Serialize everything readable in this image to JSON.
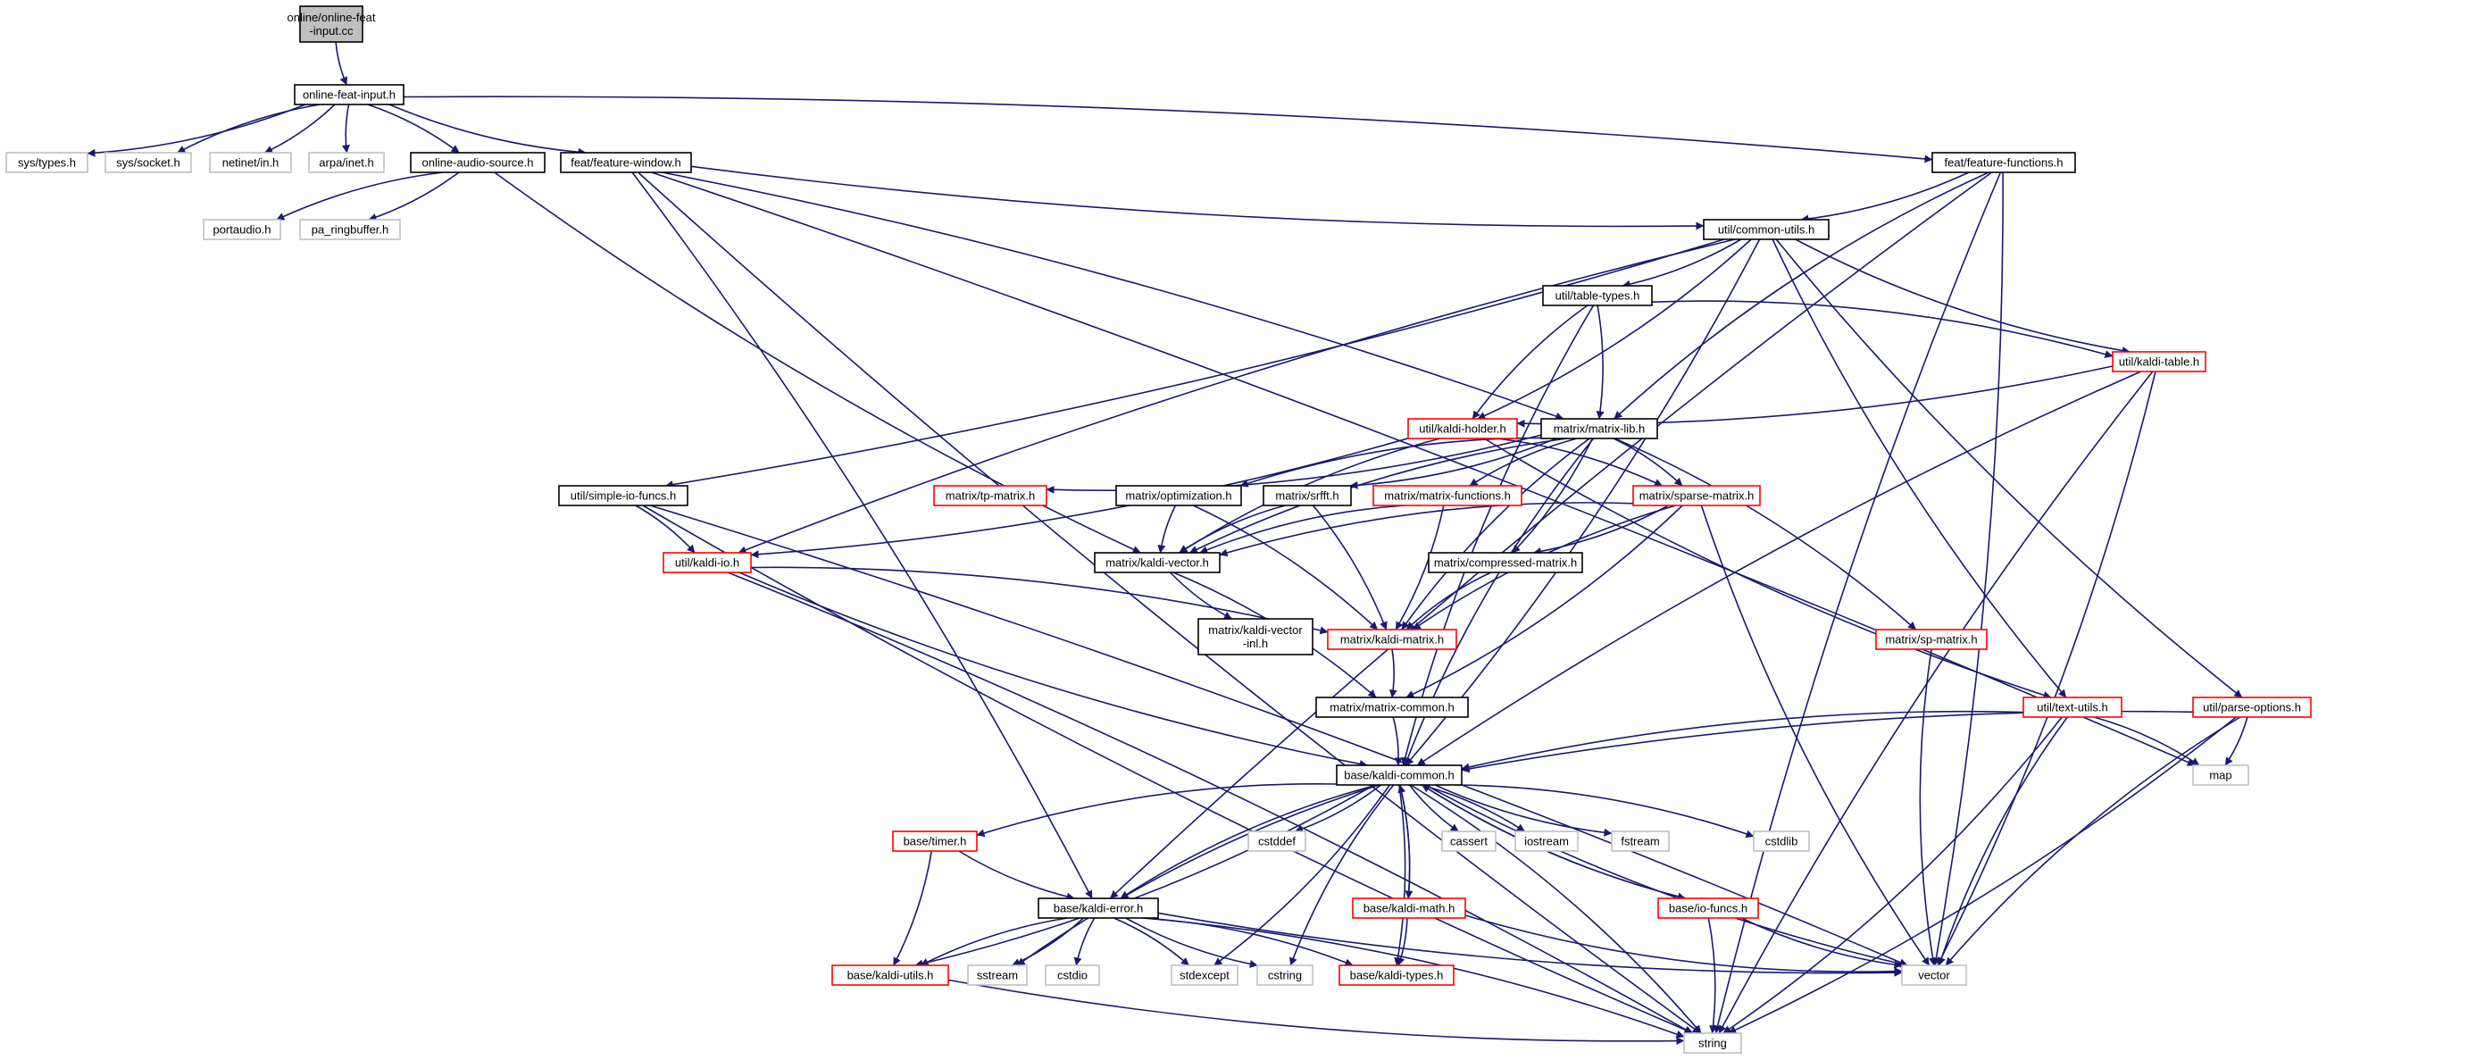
{
  "colors": {
    "edge": "#191970",
    "root_fill": "#bfbfbf",
    "node_fill": "#ffffff",
    "border_black": "#000000",
    "border_red": "#ff0000",
    "border_gray": "#bfbfbf"
  },
  "nodes": [
    {
      "id": "online-feat-input-cc",
      "lines": [
        "online/online-feat",
        "-input.cc"
      ],
      "style": "root"
    },
    {
      "id": "online-feat-input-h",
      "lines": [
        "online-feat-input.h"
      ],
      "style": "black"
    },
    {
      "id": "sys-types-h",
      "lines": [
        "sys/types.h"
      ],
      "style": "gray"
    },
    {
      "id": "sys-socket-h",
      "lines": [
        "sys/socket.h"
      ],
      "style": "gray"
    },
    {
      "id": "netinet-in-h",
      "lines": [
        "netinet/in.h"
      ],
      "style": "gray"
    },
    {
      "id": "arpa-inet-h",
      "lines": [
        "arpa/inet.h"
      ],
      "style": "gray"
    },
    {
      "id": "online-audio-source-h",
      "lines": [
        "online-audio-source.h"
      ],
      "style": "black"
    },
    {
      "id": "feat-feature-window-h",
      "lines": [
        "feat/feature-window.h"
      ],
      "style": "black"
    },
    {
      "id": "feat-feature-functions-h",
      "lines": [
        "feat/feature-functions.h"
      ],
      "style": "black"
    },
    {
      "id": "portaudio-h",
      "lines": [
        "portaudio.h"
      ],
      "style": "gray"
    },
    {
      "id": "pa-ringbuffer-h",
      "lines": [
        "pa_ringbuffer.h"
      ],
      "style": "gray"
    },
    {
      "id": "util-common-utils-h",
      "lines": [
        "util/common-utils.h"
      ],
      "style": "black"
    },
    {
      "id": "util-table-types-h",
      "lines": [
        "util/table-types.h"
      ],
      "style": "black"
    },
    {
      "id": "util-kaldi-table-h",
      "lines": [
        "util/kaldi-table.h"
      ],
      "style": "red"
    },
    {
      "id": "util-kaldi-holder-h",
      "lines": [
        "util/kaldi-holder.h"
      ],
      "style": "red"
    },
    {
      "id": "matrix-matrix-lib-h",
      "lines": [
        "matrix/matrix-lib.h"
      ],
      "style": "black"
    },
    {
      "id": "util-simple-io-funcs-h",
      "lines": [
        "util/simple-io-funcs.h"
      ],
      "style": "black"
    },
    {
      "id": "matrix-tp-matrix-h",
      "lines": [
        "matrix/tp-matrix.h"
      ],
      "style": "red"
    },
    {
      "id": "matrix-optimization-h",
      "lines": [
        "matrix/optimization.h"
      ],
      "style": "black"
    },
    {
      "id": "matrix-srfft-h",
      "lines": [
        "matrix/srfft.h"
      ],
      "style": "black"
    },
    {
      "id": "matrix-matrix-functions-h",
      "lines": [
        "matrix/matrix-functions.h"
      ],
      "style": "red"
    },
    {
      "id": "matrix-sparse-matrix-h",
      "lines": [
        "matrix/sparse-matrix.h"
      ],
      "style": "red"
    },
    {
      "id": "util-kaldi-io-h",
      "lines": [
        "util/kaldi-io.h"
      ],
      "style": "red"
    },
    {
      "id": "matrix-kaldi-vector-h",
      "lines": [
        "matrix/kaldi-vector.h"
      ],
      "style": "black"
    },
    {
      "id": "matrix-compressed-matrix-h",
      "lines": [
        "matrix/compressed-matrix.h"
      ],
      "style": "black"
    },
    {
      "id": "matrix-kaldi-vector-inl-h",
      "lines": [
        "matrix/kaldi-vector",
        "-inl.h"
      ],
      "style": "black"
    },
    {
      "id": "matrix-kaldi-matrix-h",
      "lines": [
        "matrix/kaldi-matrix.h"
      ],
      "style": "red"
    },
    {
      "id": "matrix-sp-matrix-h",
      "lines": [
        "matrix/sp-matrix.h"
      ],
      "style": "red"
    },
    {
      "id": "matrix-matrix-common-h",
      "lines": [
        "matrix/matrix-common.h"
      ],
      "style": "black"
    },
    {
      "id": "util-text-utils-h",
      "lines": [
        "util/text-utils.h"
      ],
      "style": "red"
    },
    {
      "id": "util-parse-options-h",
      "lines": [
        "util/parse-options.h"
      ],
      "style": "red"
    },
    {
      "id": "base-kaldi-common-h",
      "lines": [
        "base/kaldi-common.h"
      ],
      "style": "black"
    },
    {
      "id": "map",
      "lines": [
        "map"
      ],
      "style": "gray"
    },
    {
      "id": "base-timer-h",
      "lines": [
        "base/timer.h"
      ],
      "style": "red"
    },
    {
      "id": "cstddef",
      "lines": [
        "cstddef"
      ],
      "style": "gray"
    },
    {
      "id": "cassert",
      "lines": [
        "cassert"
      ],
      "style": "gray"
    },
    {
      "id": "iostream",
      "lines": [
        "iostream"
      ],
      "style": "gray"
    },
    {
      "id": "fstream",
      "lines": [
        "fstream"
      ],
      "style": "gray"
    },
    {
      "id": "cstdlib",
      "lines": [
        "cstdlib"
      ],
      "style": "gray"
    },
    {
      "id": "base-kaldi-error-h",
      "lines": [
        "base/kaldi-error.h"
      ],
      "style": "black"
    },
    {
      "id": "base-kaldi-math-h",
      "lines": [
        "base/kaldi-math.h"
      ],
      "style": "red"
    },
    {
      "id": "base-io-funcs-h",
      "lines": [
        "base/io-funcs.h"
      ],
      "style": "red"
    },
    {
      "id": "base-kaldi-utils-h",
      "lines": [
        "base/kaldi-utils.h"
      ],
      "style": "red"
    },
    {
      "id": "sstream",
      "lines": [
        "sstream"
      ],
      "style": "gray"
    },
    {
      "id": "cstdio",
      "lines": [
        "cstdio"
      ],
      "style": "gray"
    },
    {
      "id": "stdexcept",
      "lines": [
        "stdexcept"
      ],
      "style": "gray"
    },
    {
      "id": "cstring",
      "lines": [
        "cstring"
      ],
      "style": "gray"
    },
    {
      "id": "base-kaldi-types-h",
      "lines": [
        "base/kaldi-types.h"
      ],
      "style": "red"
    },
    {
      "id": "vector",
      "lines": [
        "vector"
      ],
      "style": "gray"
    },
    {
      "id": "string",
      "lines": [
        "string"
      ],
      "style": "gray"
    }
  ],
  "edges": [
    [
      "online-feat-input-cc",
      "online-feat-input-h"
    ],
    [
      "online-feat-input-h",
      "sys-types-h"
    ],
    [
      "online-feat-input-h",
      "sys-socket-h"
    ],
    [
      "online-feat-input-h",
      "netinet-in-h"
    ],
    [
      "online-feat-input-h",
      "arpa-inet-h"
    ],
    [
      "online-feat-input-h",
      "online-audio-source-h"
    ],
    [
      "online-feat-input-h",
      "feat-feature-window-h"
    ],
    [
      "online-feat-input-h",
      "feat-feature-functions-h"
    ],
    [
      "online-audio-source-h",
      "portaudio-h"
    ],
    [
      "online-audio-source-h",
      "pa-ringbuffer-h"
    ],
    [
      "online-audio-source-h",
      "matrix-kaldi-vector-h"
    ],
    [
      "feat-feature-window-h",
      "base-kaldi-error-h"
    ],
    [
      "feat-feature-window-h",
      "string"
    ],
    [
      "feat-feature-window-h",
      "matrix-matrix-lib-h"
    ],
    [
      "feat-feature-window-h",
      "util-common-utils-h"
    ],
    [
      "feat-feature-window-h",
      "map"
    ],
    [
      "feat-feature-functions-h",
      "string"
    ],
    [
      "feat-feature-functions-h",
      "vector"
    ],
    [
      "feat-feature-functions-h",
      "matrix-matrix-lib-h"
    ],
    [
      "feat-feature-functions-h",
      "util-common-utils-h"
    ],
    [
      "feat-feature-functions-h",
      "base-kaldi-error-h"
    ],
    [
      "util-common-utils-h",
      "base-kaldi-common-h"
    ],
    [
      "util-common-utils-h",
      "util-parse-options-h"
    ],
    [
      "util-common-utils-h",
      "util-simple-io-funcs-h"
    ],
    [
      "util-common-utils-h",
      "util-kaldi-io-h"
    ],
    [
      "util-common-utils-h",
      "util-kaldi-holder-h"
    ],
    [
      "util-common-utils-h",
      "util-kaldi-table-h"
    ],
    [
      "util-common-utils-h",
      "util-table-types-h"
    ],
    [
      "util-common-utils-h",
      "util-text-utils-h"
    ],
    [
      "util-table-types-h",
      "matrix-matrix-lib-h"
    ],
    [
      "util-table-types-h",
      "util-kaldi-holder-h"
    ],
    [
      "util-table-types-h",
      "util-kaldi-table-h"
    ],
    [
      "util-table-types-h",
      "base-kaldi-common-h"
    ],
    [
      "util-kaldi-table-h",
      "util-kaldi-holder-h"
    ],
    [
      "util-kaldi-table-h",
      "base-kaldi-common-h"
    ],
    [
      "util-kaldi-table-h",
      "vector"
    ],
    [
      "util-kaldi-table-h",
      "string"
    ],
    [
      "util-kaldi-holder-h",
      "util-kaldi-io-h"
    ],
    [
      "util-kaldi-holder-h",
      "matrix-kaldi-vector-h"
    ],
    [
      "util-kaldi-holder-h",
      "matrix-sparse-matrix-h"
    ],
    [
      "util-kaldi-holder-h",
      "util-text-utils-h"
    ],
    [
      "matrix-matrix-lib-h",
      "matrix-tp-matrix-h"
    ],
    [
      "matrix-matrix-lib-h",
      "matrix-optimization-h"
    ],
    [
      "matrix-matrix-lib-h",
      "matrix-srfft-h"
    ],
    [
      "matrix-matrix-lib-h",
      "matrix-matrix-functions-h"
    ],
    [
      "matrix-matrix-lib-h",
      "matrix-sparse-matrix-h"
    ],
    [
      "matrix-matrix-lib-h",
      "matrix-kaldi-vector-h"
    ],
    [
      "matrix-matrix-lib-h",
      "matrix-compressed-matrix-h"
    ],
    [
      "matrix-matrix-lib-h",
      "matrix-kaldi-matrix-h"
    ],
    [
      "matrix-matrix-lib-h",
      "matrix-sp-matrix-h"
    ],
    [
      "matrix-matrix-lib-h",
      "base-kaldi-common-h"
    ],
    [
      "util-simple-io-funcs-h",
      "util-kaldi-io-h"
    ],
    [
      "util-simple-io-funcs-h",
      "string"
    ],
    [
      "util-simple-io-funcs-h",
      "vector"
    ],
    [
      "matrix-optimization-h",
      "matrix-kaldi-vector-h"
    ],
    [
      "matrix-optimization-h",
      "matrix-kaldi-matrix-h"
    ],
    [
      "matrix-srfft-h",
      "matrix-kaldi-vector-h"
    ],
    [
      "matrix-srfft-h",
      "matrix-kaldi-matrix-h"
    ],
    [
      "matrix-matrix-functions-h",
      "matrix-kaldi-vector-h"
    ],
    [
      "matrix-matrix-functions-h",
      "matrix-kaldi-matrix-h"
    ],
    [
      "matrix-sparse-matrix-h",
      "matrix-kaldi-vector-h"
    ],
    [
      "matrix-sparse-matrix-h",
      "matrix-compressed-matrix-h"
    ],
    [
      "matrix-sparse-matrix-h",
      "matrix-kaldi-matrix-h"
    ],
    [
      "matrix-sparse-matrix-h",
      "matrix-matrix-common-h"
    ],
    [
      "matrix-sparse-matrix-h",
      "vector"
    ],
    [
      "util-kaldi-io-h",
      "matrix-kaldi-matrix-h"
    ],
    [
      "util-kaldi-io-h",
      "base-kaldi-common-h"
    ],
    [
      "util-kaldi-io-h",
      "string"
    ],
    [
      "matrix-kaldi-vector-h",
      "matrix-kaldi-vector-inl-h"
    ],
    [
      "matrix-kaldi-vector-h",
      "matrix-matrix-common-h"
    ],
    [
      "matrix-compressed-matrix-h",
      "matrix-kaldi-matrix-h"
    ],
    [
      "matrix-kaldi-matrix-h",
      "matrix-matrix-common-h"
    ],
    [
      "matrix-sp-matrix-h",
      "vector"
    ],
    [
      "matrix-matrix-common-h",
      "base-kaldi-common-h"
    ],
    [
      "util-text-utils-h",
      "base-kaldi-common-h"
    ],
    [
      "util-text-utils-h",
      "map"
    ],
    [
      "util-text-utils-h",
      "vector"
    ],
    [
      "util-text-utils-h",
      "string"
    ],
    [
      "util-parse-options-h",
      "base-kaldi-common-h"
    ],
    [
      "util-parse-options-h",
      "map"
    ],
    [
      "util-parse-options-h",
      "vector"
    ],
    [
      "util-parse-options-h",
      "string"
    ],
    [
      "base-kaldi-common-h",
      "base-timer-h"
    ],
    [
      "base-kaldi-common-h",
      "cstddef"
    ],
    [
      "base-kaldi-common-h",
      "cassert"
    ],
    [
      "base-kaldi-common-h",
      "iostream"
    ],
    [
      "base-kaldi-common-h",
      "fstream"
    ],
    [
      "base-kaldi-common-h",
      "cstdlib"
    ],
    [
      "base-kaldi-common-h",
      "base-kaldi-error-h"
    ],
    [
      "base-kaldi-common-h",
      "base-kaldi-math-h"
    ],
    [
      "base-kaldi-common-h",
      "base-io-funcs-h"
    ],
    [
      "base-kaldi-common-h",
      "base-kaldi-utils-h"
    ],
    [
      "base-kaldi-common-h",
      "sstream"
    ],
    [
      "base-kaldi-common-h",
      "stdexcept"
    ],
    [
      "base-kaldi-common-h",
      "cstring"
    ],
    [
      "base-kaldi-common-h",
      "base-kaldi-types-h"
    ],
    [
      "base-kaldi-common-h",
      "vector"
    ],
    [
      "base-kaldi-common-h",
      "string"
    ],
    [
      "base-timer-h",
      "base-kaldi-error-h"
    ],
    [
      "base-timer-h",
      "base-kaldi-utils-h"
    ],
    [
      "base-kaldi-error-h",
      "base-kaldi-utils-h"
    ],
    [
      "base-kaldi-error-h",
      "sstream"
    ],
    [
      "base-kaldi-error-h",
      "cstdio"
    ],
    [
      "base-kaldi-error-h",
      "stdexcept"
    ],
    [
      "base-kaldi-error-h",
      "cstring"
    ],
    [
      "base-kaldi-error-h",
      "base-kaldi-types-h"
    ],
    [
      "base-kaldi-error-h",
      "vector"
    ],
    [
      "base-kaldi-error-h",
      "string"
    ],
    [
      "base-kaldi-math-h",
      "base-kaldi-common-h"
    ],
    [
      "base-kaldi-math-h",
      "base-kaldi-types-h"
    ],
    [
      "base-kaldi-math-h",
      "vector"
    ],
    [
      "base-io-funcs-h",
      "base-kaldi-common-h"
    ],
    [
      "base-io-funcs-h",
      "vector"
    ],
    [
      "base-io-funcs-h",
      "string"
    ],
    [
      "base-kaldi-utils-h",
      "string"
    ]
  ]
}
